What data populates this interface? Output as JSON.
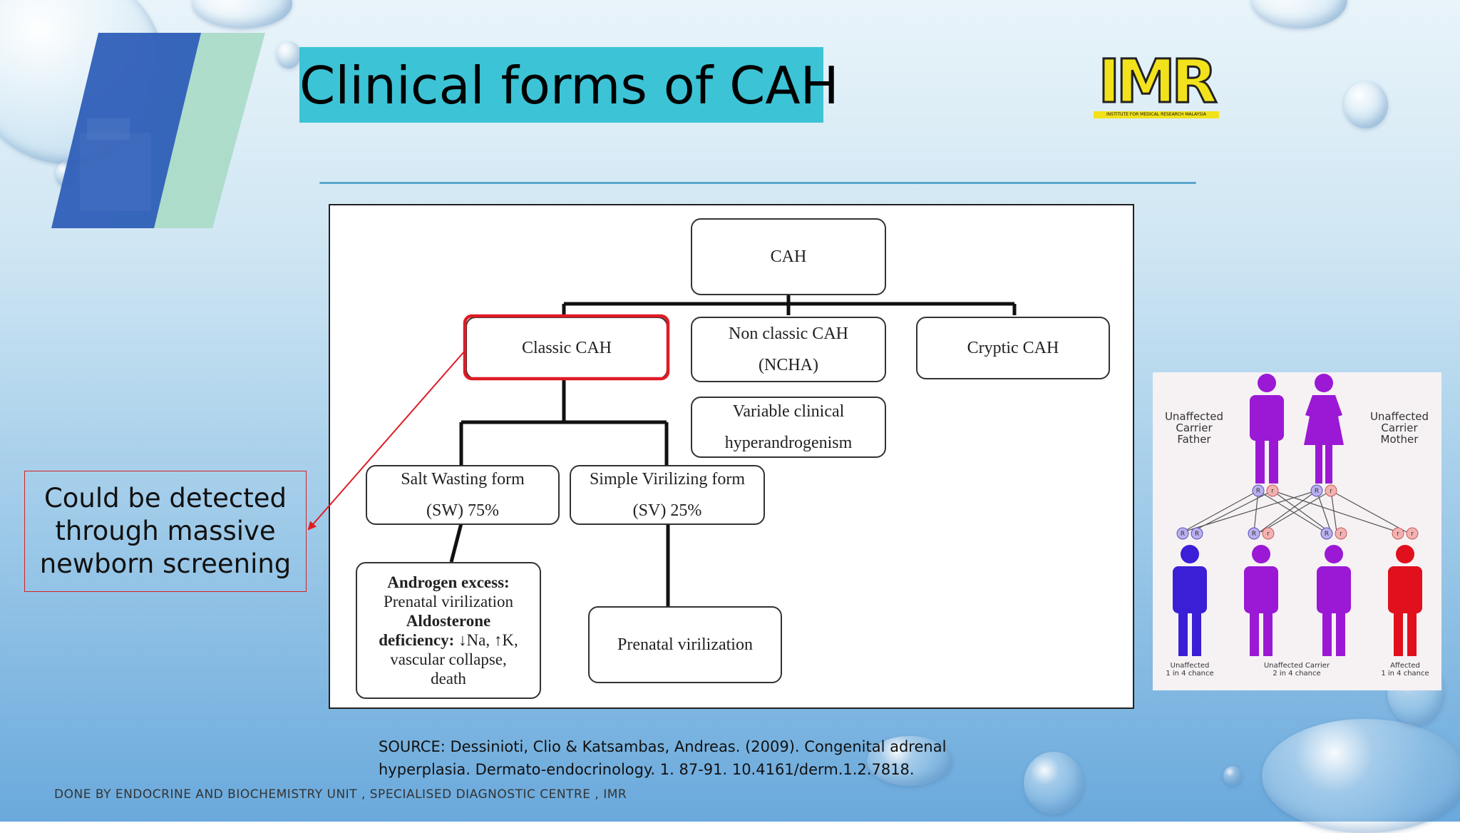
{
  "slide": {
    "title": "Clinical forms of CAH",
    "logo": {
      "text": "IMR",
      "subtitle": "INSTITUTE FOR MEDICAL RESEARCH MALAYSIA"
    },
    "callout": {
      "lines": [
        "Could be detected",
        "through massive",
        "newborn screening"
      ]
    },
    "source": {
      "line1": "SOURCE: Dessinioti, Clio & Katsambas, Andreas. (2009). Congenital adrenal",
      "line2": "hyperplasia. Dermato-endocrinology. 1. 87-91. 10.4161/derm.1.2.7818."
    },
    "footer": "DONE BY ENDOCRINE AND BIOCHEMISTRY UNIT , SPECIALISED DIAGNOSTIC CENTRE , IMR"
  },
  "diagram": {
    "root": "CAH",
    "classic": "Classic CAH",
    "nonclassic": {
      "line1": "Non classic CAH",
      "line2": "(NCHA)"
    },
    "cryptic": "Cryptic CAH",
    "variable": {
      "line1": "Variable clinical",
      "line2": "hyperandrogenism"
    },
    "salt_wasting": {
      "line1": "Salt Wasting form",
      "line2": "(SW) 75%"
    },
    "simple_virilizing": {
      "line1": "Simple Virilizing form",
      "line2": "(SV) 25%"
    },
    "sw_detail": {
      "l1": "Androgen excess:",
      "l2": "Prenatal virilization",
      "l3": "Aldosterone",
      "l4a": "deficiency:",
      "l4b": " ↓Na, ↑K,",
      "l5": "vascular collapse,",
      "l6": "death"
    },
    "sv_detail": "Prenatal virilization",
    "highlight_color": "#e01b24"
  },
  "inheritance": {
    "father": [
      "Unaffected",
      "Carrier",
      "Father"
    ],
    "mother": [
      "Unaffected",
      "Carrier",
      "Mother"
    ],
    "allele_dominant": "R",
    "allele_recessive": "r",
    "children": [
      {
        "l1": "Unaffected",
        "l2": "1 in 4 chance",
        "color": "#3a1fd6"
      },
      {
        "l1": "Unaffected  Carrier",
        "l2": "2 in 4 chance",
        "color": "#9b19d4"
      },
      {
        "l1": "Affected",
        "l2": "1 in 4 chance",
        "color": "#e0101c"
      }
    ],
    "carrier_color": "#9b19d4"
  }
}
